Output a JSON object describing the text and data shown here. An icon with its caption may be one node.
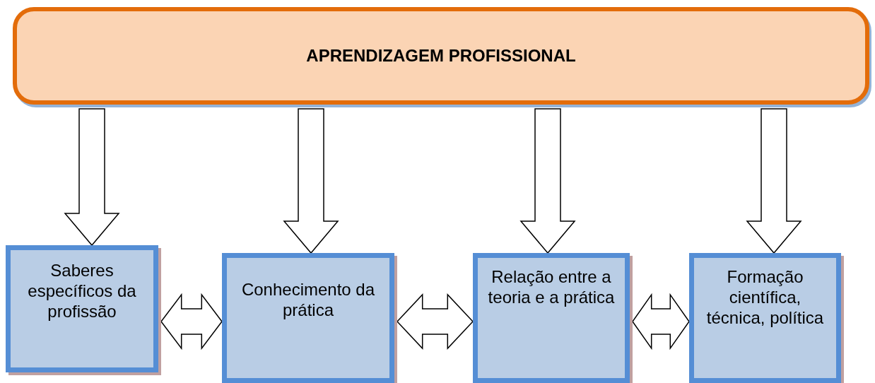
{
  "diagram": {
    "nodes": [
      {
        "text": [
          "APRENDIZAGEM PROFISSIONAL"
        ]
      },
      {
        "text": [
          "Saberes específicos da profissão"
        ]
      },
      {
        "text": [
          "Conhecimento da prática"
        ]
      },
      {
        "text": [
          "Relação entre a teoria e a prática"
        ]
      },
      {
        "text": [
          "Formação científica, técnica, política"
        ]
      }
    ],
    "edges": [
      {
        "from": 0,
        "to": 1,
        "arrow": "to"
      },
      {
        "from": 0,
        "to": 2,
        "arrow": "to"
      },
      {
        "from": 0,
        "to": 3,
        "arrow": "to"
      },
      {
        "from": 0,
        "to": 4,
        "arrow": "to"
      },
      {
        "from": 1,
        "to": 2,
        "arrow": "both"
      },
      {
        "from": 2,
        "to": 3,
        "arrow": "both"
      },
      {
        "from": 3,
        "to": 4,
        "arrow": "both"
      }
    ]
  }
}
